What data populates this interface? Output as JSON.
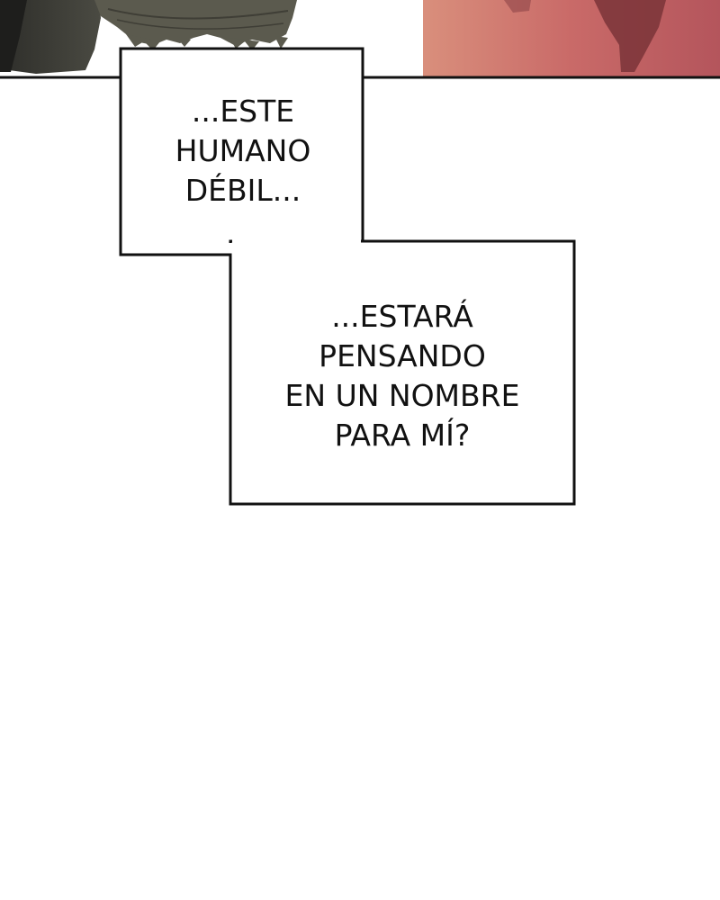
{
  "captions": [
    {
      "lines": [
        "...ESTE",
        "HUMANO",
        "DÉBIL..."
      ]
    },
    {
      "lines": [
        "...ESTARÁ",
        "PENSANDO",
        "EN UN NOMBRE",
        "PARA MÍ?"
      ]
    }
  ]
}
